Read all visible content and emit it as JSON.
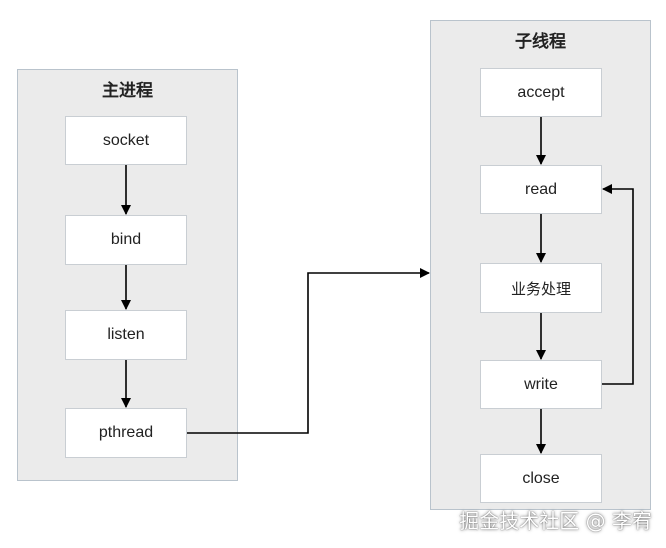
{
  "main_process": {
    "title": "主进程",
    "nodes": [
      "socket",
      "bind",
      "listen",
      "pthread"
    ]
  },
  "child_thread": {
    "title": "子线程",
    "nodes": [
      "accept",
      "read",
      "业务处理",
      "write",
      "close"
    ]
  },
  "colors": {
    "lane_fill": "#ebebeb",
    "lane_border": "#b9c3cc",
    "node_fill": "#ffffff",
    "arrow": "#000000"
  },
  "watermark": "掘金技术社区 @ 李宥"
}
